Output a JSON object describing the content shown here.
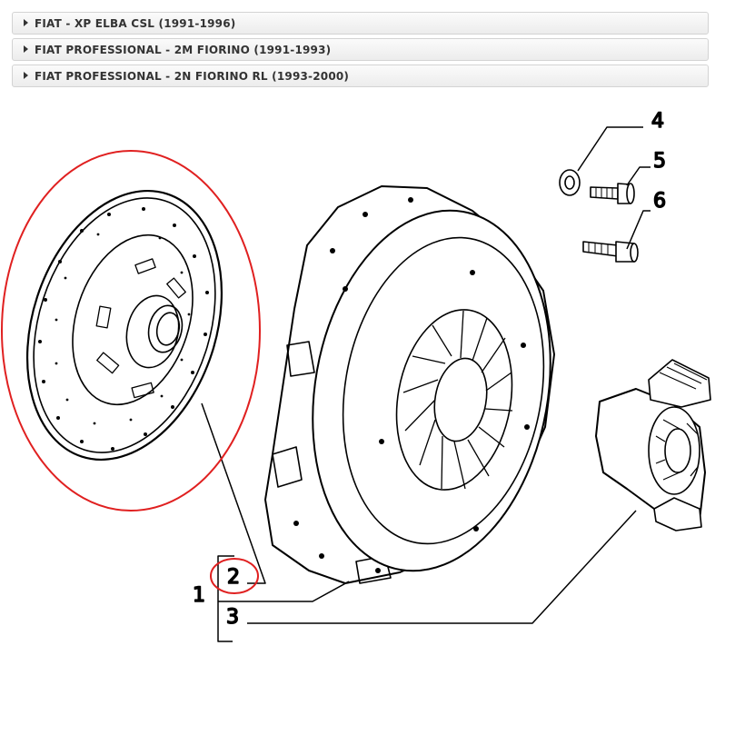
{
  "accordion": [
    {
      "label": "FIAT - XP ELBA CSL (1991-1996)"
    },
    {
      "label": "FIAT PROFESSIONAL - 2M FIORINO (1991-1993)"
    },
    {
      "label": "FIAT PROFESSIONAL - 2N FIORINO RL (1993-2000)"
    }
  ],
  "diagram": {
    "callouts": {
      "c1": "1",
      "c2": "2",
      "c3": "3",
      "c4": "4",
      "c5": "5",
      "c6": "6"
    },
    "highlight_color": "#e02020"
  }
}
